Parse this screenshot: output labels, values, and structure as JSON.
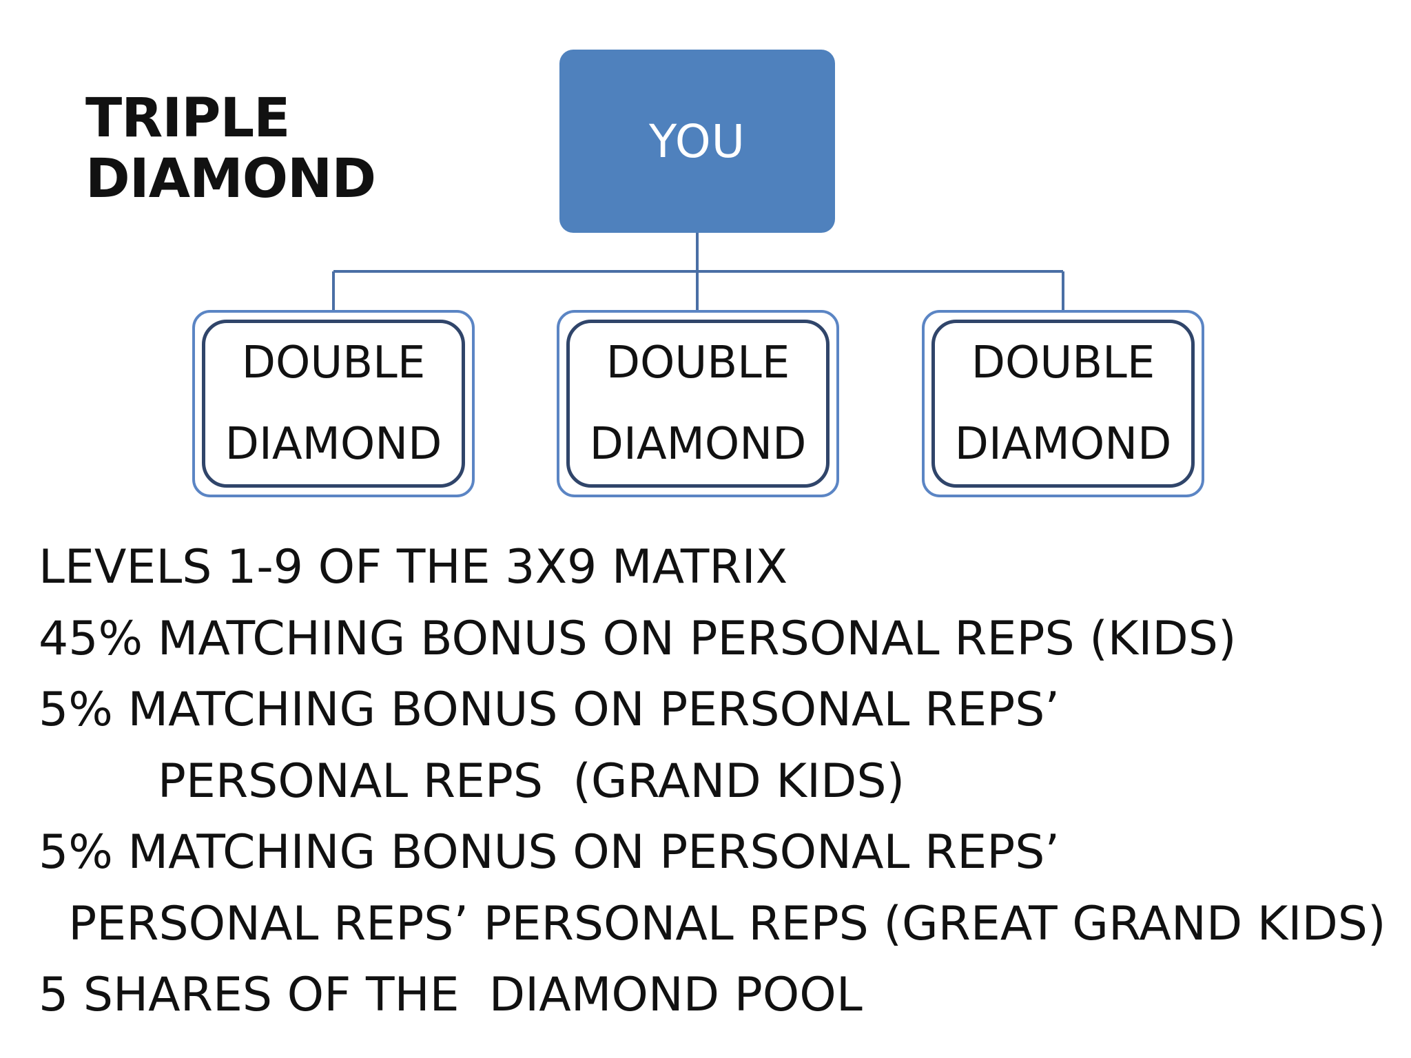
{
  "title": {
    "line1": "TRIPLE",
    "line2": "DIAMOND"
  },
  "root_node": {
    "label": "YOU",
    "color": "#4f81bd"
  },
  "child_nodes": [
    {
      "line1": "DOUBLE",
      "line2": "DIAMOND"
    },
    {
      "line1": "DOUBLE",
      "line2": "DIAMOND"
    },
    {
      "line1": "DOUBLE",
      "line2": "DIAMOND"
    }
  ],
  "details": [
    "LEVELS 1-9 OF THE 3X9 MATRIX",
    "45% MATCHING BONUS ON PERSONAL REPS (KIDS)",
    "5% MATCHING BONUS ON PERSONAL REPS’",
    "        PERSONAL REPS  (GRAND KIDS)",
    "5% MATCHING BONUS ON PERSONAL REPS’",
    "  PERSONAL REPS’ PERSONAL REPS (GREAT GRAND KIDS)",
    "5 SHARES OF THE  DIAMOND POOL"
  ],
  "colors": {
    "connector": "#4a6fa5",
    "outer_border": "#5b85c4",
    "inner_border": "#30456a"
  }
}
